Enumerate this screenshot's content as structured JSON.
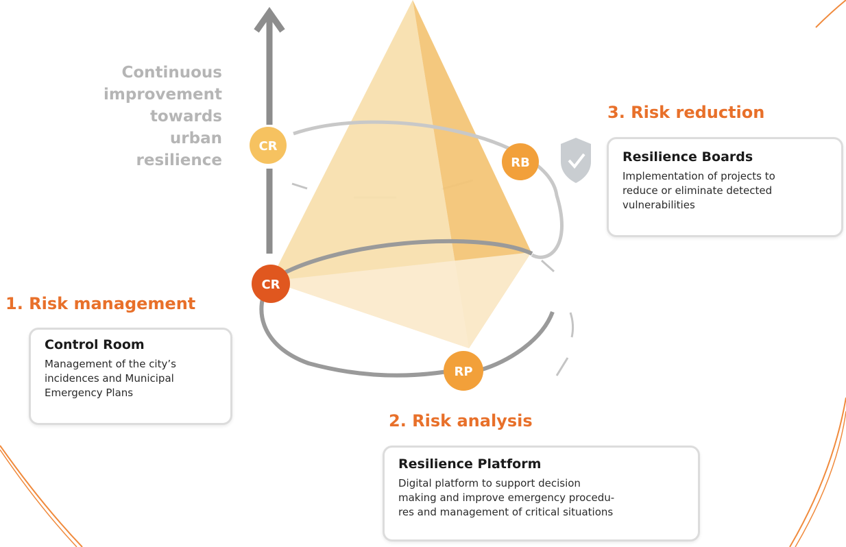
{
  "colors": {
    "accent": "#e8702a",
    "badge_dark": "#e0571f",
    "badge_mid": "#f2a03a",
    "badge_light": "#f6c260",
    "arrow": "#8d8d8d",
    "muted_text": "#b5b5b5",
    "pyramid": "#f7d9a6",
    "frame": "#f08a3c"
  },
  "side_text": {
    "lines": [
      "Continuous",
      "improvement",
      "towards",
      "urban",
      "resilience"
    ]
  },
  "badges": {
    "cr_top": "CR",
    "cr_bottom": "CR",
    "rb": "RB",
    "rp": "RP"
  },
  "shield_icon": "shield-check-icon",
  "stages": {
    "management": {
      "title": "1. Risk management",
      "card_title": "Control Room",
      "card_desc": [
        "Management of the city’s",
        "incidences and Municipal",
        "Emergency Plans"
      ]
    },
    "analysis": {
      "title": "2. Risk analysis",
      "card_title": "Resilience Platform",
      "card_desc": [
        "Digital platform to support decision",
        "making and improve emergency procedu-",
        "res and management of critical situations"
      ]
    },
    "reduction": {
      "title": "3. Risk reduction",
      "card_title": "Resilience Boards",
      "card_desc": [
        "Implementation of projects to",
        "reduce or eliminate detected",
        "vulnerabilities"
      ]
    }
  }
}
